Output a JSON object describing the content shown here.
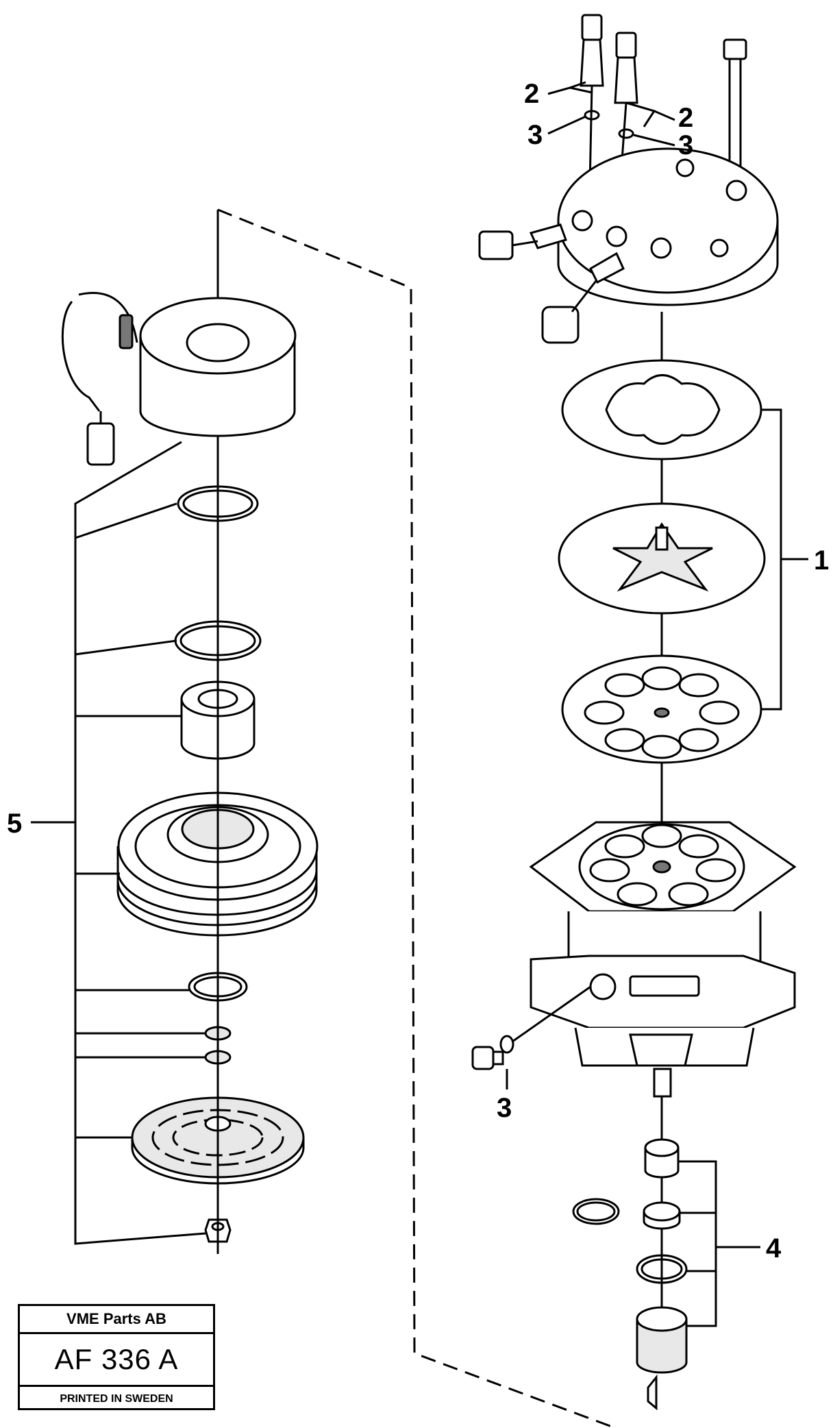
{
  "callouts": {
    "c1": "1",
    "c2a": "2",
    "c2b": "2",
    "c3a": "3",
    "c3b": "3",
    "c3c": "3",
    "c4": "4",
    "c5": "5"
  },
  "title_block": {
    "company": "VME Parts AB",
    "code": "AF 336 A",
    "printed": "PRINTED IN SWEDEN"
  }
}
